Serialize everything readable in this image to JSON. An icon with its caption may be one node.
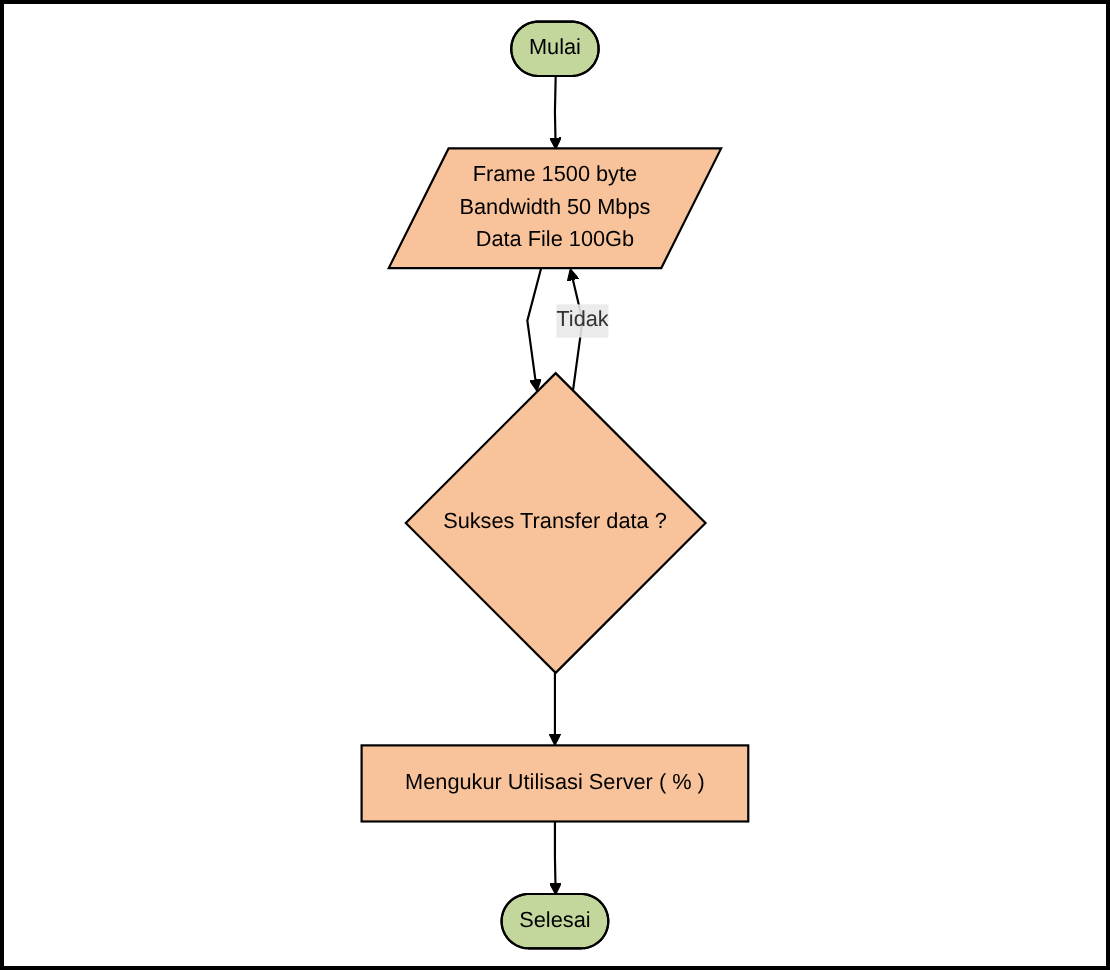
{
  "diagram": {
    "nodes": [
      {
        "text": [
          "Mulai"
        ]
      },
      {
        "text": [
          "Frame 1500 byte",
          "Bandwidth 50 Mbps",
          "Data File 100Gb"
        ]
      },
      {
        "text": [
          "Sukses Transfer data ?"
        ]
      },
      {
        "text": [
          "Mengukur Utilisasi Server ( % )"
        ]
      },
      {
        "text": [
          "Selesai"
        ]
      }
    ],
    "edges": [
      {
        "from": 0,
        "to": 1,
        "arrow": "to"
      },
      {
        "from": 1,
        "to": 2,
        "arrow": "to"
      },
      {
        "from": 2,
        "to": 1,
        "arrow": "to",
        "label": "Tidak"
      },
      {
        "from": 2,
        "to": 3,
        "arrow": "to"
      },
      {
        "from": 3,
        "to": 4,
        "arrow": "to"
      }
    ]
  }
}
